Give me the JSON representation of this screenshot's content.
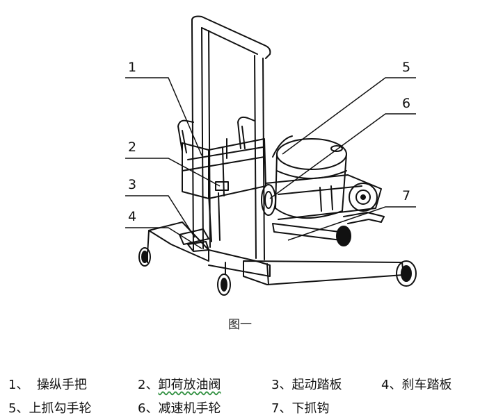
{
  "figure": {
    "callouts": [
      "1",
      "2",
      "3",
      "4",
      "5",
      "6",
      "7"
    ],
    "caption": "图一"
  },
  "legend": {
    "row1": [
      {
        "num": "1、",
        "text": "操纵手把"
      },
      {
        "num": "2、",
        "text": "卸荷放油阀"
      },
      {
        "num": "3、",
        "text": "起动踏板"
      },
      {
        "num": "4、",
        "text": "刹车踏板"
      }
    ],
    "row2": [
      {
        "num": "5、",
        "text": "上抓勾手轮"
      },
      {
        "num": "6、",
        "text": "减速机手轮"
      },
      {
        "num": "7、",
        "text": "下抓钩"
      }
    ]
  }
}
